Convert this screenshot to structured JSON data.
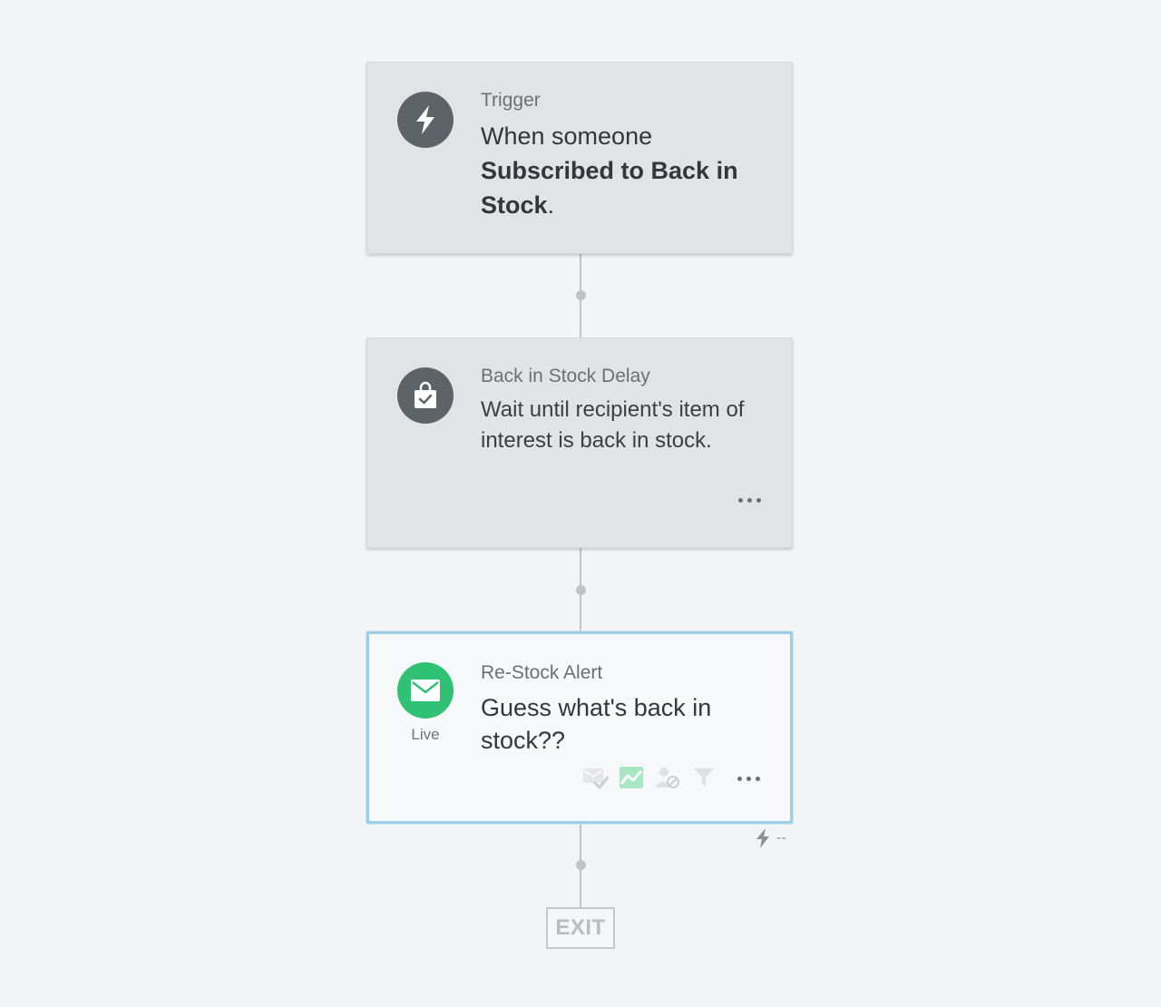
{
  "trigger": {
    "kicker": "Trigger",
    "title_prefix": "When someone",
    "title_bold": "Subscribed to Back in Stock",
    "title_suffix": ".",
    "icon": "lightning-bolt-icon"
  },
  "delay": {
    "kicker": "Back in Stock Delay",
    "body": "Wait until recipient's item of interest is back in stock.",
    "icon": "shopping-bag-check-icon"
  },
  "email": {
    "kicker": "Re-Stock Alert",
    "body": "Guess what's back in stock??",
    "status": "Live",
    "icon": "envelope-icon",
    "accent": "#2fc274",
    "tools": [
      "email-verified-icon",
      "analytics-icon",
      "user-blocked-icon",
      "filter-icon"
    ]
  },
  "flow": {
    "exit_label": "EXIT",
    "trigger_stat": "--"
  },
  "colors": {
    "background": "#f3f4f6",
    "card": "#e2e3e5",
    "selected_border": "#9ccfe6",
    "icon_dark": "#5e6368"
  }
}
